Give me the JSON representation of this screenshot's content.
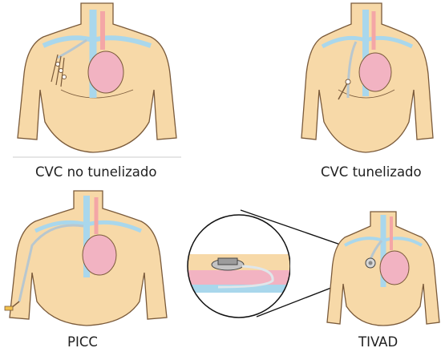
{
  "panels": [
    {
      "caption": "CVC no tunelizado"
    },
    {
      "caption": "CVC tunelizado"
    },
    {
      "caption": "PICC"
    },
    {
      "caption": "TIVAD"
    }
  ],
  "colors": {
    "skin": "#f7d9a8",
    "skin_outline": "#7a5a3a",
    "heart": "#f2b3c2",
    "vessel": "#a9d7ec",
    "artery": "#f4a6a6",
    "catheter": "#b8c7cf"
  }
}
